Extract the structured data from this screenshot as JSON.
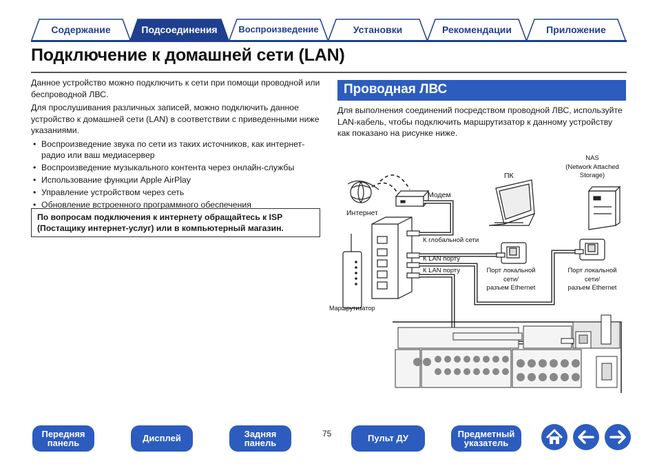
{
  "tabs": [
    {
      "label": "Содержание",
      "active": false
    },
    {
      "label": "Подсоединения",
      "active": true
    },
    {
      "label": "Воспроизведение",
      "active": false
    },
    {
      "label": "Установки",
      "active": false
    },
    {
      "label": "Рекомендации",
      "active": false
    },
    {
      "label": "Приложение",
      "active": false
    }
  ],
  "page_title": "Подключение к домашней сети (LAN)",
  "intro": {
    "p1": "Данное устройство можно подключить к сети при помощи проводной или беспроводной ЛВС.",
    "p2": "Для прослушивания различных записей, можно подключить данное устройство к домашней сети (LAN) в соответствии с приведенными ниже указаниями.",
    "bullets": [
      "Воспроизведение звука по сети из таких источников, как интернет-радио или ваш медиасервер",
      "Воспроизведение музыкального контента через онлайн-службы",
      "Использование функции Apple AirPlay",
      "Управление устройством через сеть",
      "Обновление встроенного программного обеспечения"
    ],
    "note": "По вопросам подключения к интернету обращайтесь к ISP (Постащику интернет-услуг) или в компьютерный магазин."
  },
  "section": {
    "title": "Проводная ЛВС",
    "text": "Для выполнения соединений посредством проводной ЛВС, используйте LAN-кабель, чтобы подключить маршрутизатор к данному устройству как показано на рисунке ниже."
  },
  "diagram": {
    "internet": "Интернет",
    "modem": "Модем",
    "pc": "ПК",
    "nas_line1": "NAS",
    "nas_line2": "(Network Attached",
    "nas_line3": "Storage)",
    "wan": "К глобальной сети",
    "lan1": "К LAN порту",
    "lan2": "К LAN порту",
    "pc_port_1": "Порт локальной",
    "pc_port_2": "сети/",
    "pc_port_3": "разъем Ethernet",
    "nas_port_1": "Порт локальной",
    "nas_port_2": "сети/",
    "nas_port_3": "разъем Ethernet",
    "router": "Маршрутизатор"
  },
  "nav": {
    "front": "Передняя панель",
    "display": "Дисплей",
    "rear": "Задняя панель",
    "page": "75",
    "remote": "Пульт ДУ",
    "index": "Предметный указатель"
  },
  "icons": {
    "home": "home-icon",
    "back": "arrow-left-icon",
    "forward": "arrow-right-icon"
  },
  "colors": {
    "accent": "#2d5cbf",
    "tab_dark": "#1f3f8f"
  }
}
